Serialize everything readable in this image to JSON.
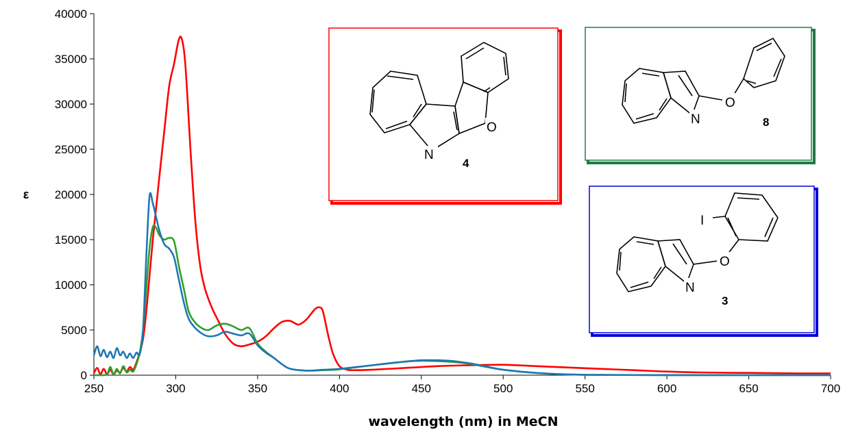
{
  "chart_data": {
    "type": "line",
    "xlabel": "wavelength (nm)  in MeCN",
    "ylabel": "ε",
    "xlim": [
      250,
      700
    ],
    "ylim": [
      0,
      40000
    ],
    "xticks": [
      250,
      300,
      350,
      400,
      450,
      500,
      550,
      600,
      650,
      700
    ],
    "yticks": [
      0,
      5000,
      10000,
      15000,
      20000,
      25000,
      30000,
      35000,
      40000
    ],
    "series": [
      {
        "compound": "4",
        "color": "#ff0000",
        "x": [
          250,
          252,
          254,
          256,
          258,
          260,
          262,
          264,
          266,
          268,
          270,
          272,
          274,
          276,
          278,
          280,
          282,
          284,
          286,
          288,
          290,
          293,
          296,
          299,
          302,
          304,
          306,
          309,
          312,
          315,
          318,
          322,
          326,
          330,
          335,
          340,
          345,
          350,
          355,
          360,
          365,
          370,
          375,
          380,
          385,
          388,
          390,
          393,
          396,
          400,
          405,
          410,
          420,
          440,
          460,
          480,
          500,
          520,
          540,
          560,
          580,
          600,
          620,
          650,
          680,
          700
        ],
        "y": [
          200,
          800,
          100,
          700,
          100,
          600,
          100,
          500,
          300,
          800,
          400,
          900,
          600,
          1400,
          2500,
          4000,
          7000,
          11000,
          15000,
          18500,
          22000,
          27000,
          32000,
          34500,
          37200,
          37000,
          34000,
          25000,
          17000,
          12000,
          9500,
          7500,
          6000,
          4600,
          3500,
          3200,
          3400,
          3700,
          4300,
          5200,
          5900,
          6000,
          5600,
          6200,
          7300,
          7500,
          7000,
          4500,
          2400,
          1000,
          600,
          550,
          600,
          800,
          1000,
          1100,
          1150,
          1000,
          850,
          700,
          550,
          400,
          300,
          250,
          200,
          200
        ]
      },
      {
        "compound": "8",
        "color": "#2ca02c",
        "x": [
          250,
          254,
          258,
          260,
          262,
          264,
          266,
          268,
          270,
          272,
          274,
          276,
          278,
          280,
          282,
          284,
          286,
          288,
          290,
          293,
          296,
          299,
          302,
          305,
          308,
          312,
          316,
          320,
          325,
          330,
          335,
          340,
          345,
          350,
          355,
          360,
          365,
          370,
          380,
          390,
          400,
          420,
          440,
          450,
          460,
          470,
          480,
          490,
          500,
          520,
          540,
          560,
          600,
          650,
          700
        ],
        "y": [
          0,
          0,
          100,
          900,
          100,
          700,
          200,
          1000,
          300,
          600,
          400,
          1200,
          2500,
          5000,
          9500,
          14000,
          16400,
          16300,
          15500,
          15000,
          15200,
          14800,
          12000,
          9500,
          7000,
          5800,
          5200,
          5000,
          5500,
          5700,
          5400,
          5000,
          5200,
          3500,
          2600,
          1900,
          1200,
          700,
          500,
          550,
          650,
          1100,
          1500,
          1600,
          1550,
          1450,
          1250,
          900,
          600,
          250,
          80,
          30,
          10,
          0,
          0
        ]
      },
      {
        "compound": "3",
        "color": "#1f77b4",
        "x": [
          250,
          252,
          254,
          256,
          258,
          260,
          262,
          264,
          266,
          268,
          270,
          272,
          274,
          276,
          278,
          280,
          282,
          284,
          286,
          288,
          290,
          293,
          296,
          299,
          302,
          305,
          308,
          312,
          316,
          320,
          325,
          330,
          335,
          340,
          345,
          350,
          355,
          360,
          365,
          370,
          380,
          390,
          400,
          420,
          440,
          450,
          460,
          470,
          480,
          490,
          500,
          520,
          540,
          560,
          600,
          650,
          700
        ],
        "y": [
          2200,
          3200,
          2100,
          2800,
          2000,
          2600,
          1900,
          3000,
          2200,
          2600,
          1900,
          2400,
          1900,
          2500,
          2300,
          5000,
          13000,
          19800,
          19000,
          17500,
          16000,
          14500,
          14000,
          13000,
          10500,
          8000,
          6200,
          5200,
          4600,
          4300,
          4400,
          4800,
          4600,
          4400,
          4600,
          3300,
          2500,
          1900,
          1200,
          700,
          500,
          600,
          700,
          1100,
          1500,
          1650,
          1650,
          1550,
          1300,
          950,
          600,
          250,
          80,
          30,
          10,
          0,
          0
        ]
      }
    ],
    "insets": [
      {
        "color": "#ff0000",
        "compound_label": "4",
        "atom_labels": [
          "N",
          "O"
        ]
      },
      {
        "color": "#1e7b46",
        "compound_label": "8",
        "atom_labels": [
          "N",
          "O"
        ]
      },
      {
        "color": "#0000dd",
        "compound_label": "3",
        "atom_labels": [
          "N",
          "O",
          "I"
        ]
      }
    ]
  }
}
